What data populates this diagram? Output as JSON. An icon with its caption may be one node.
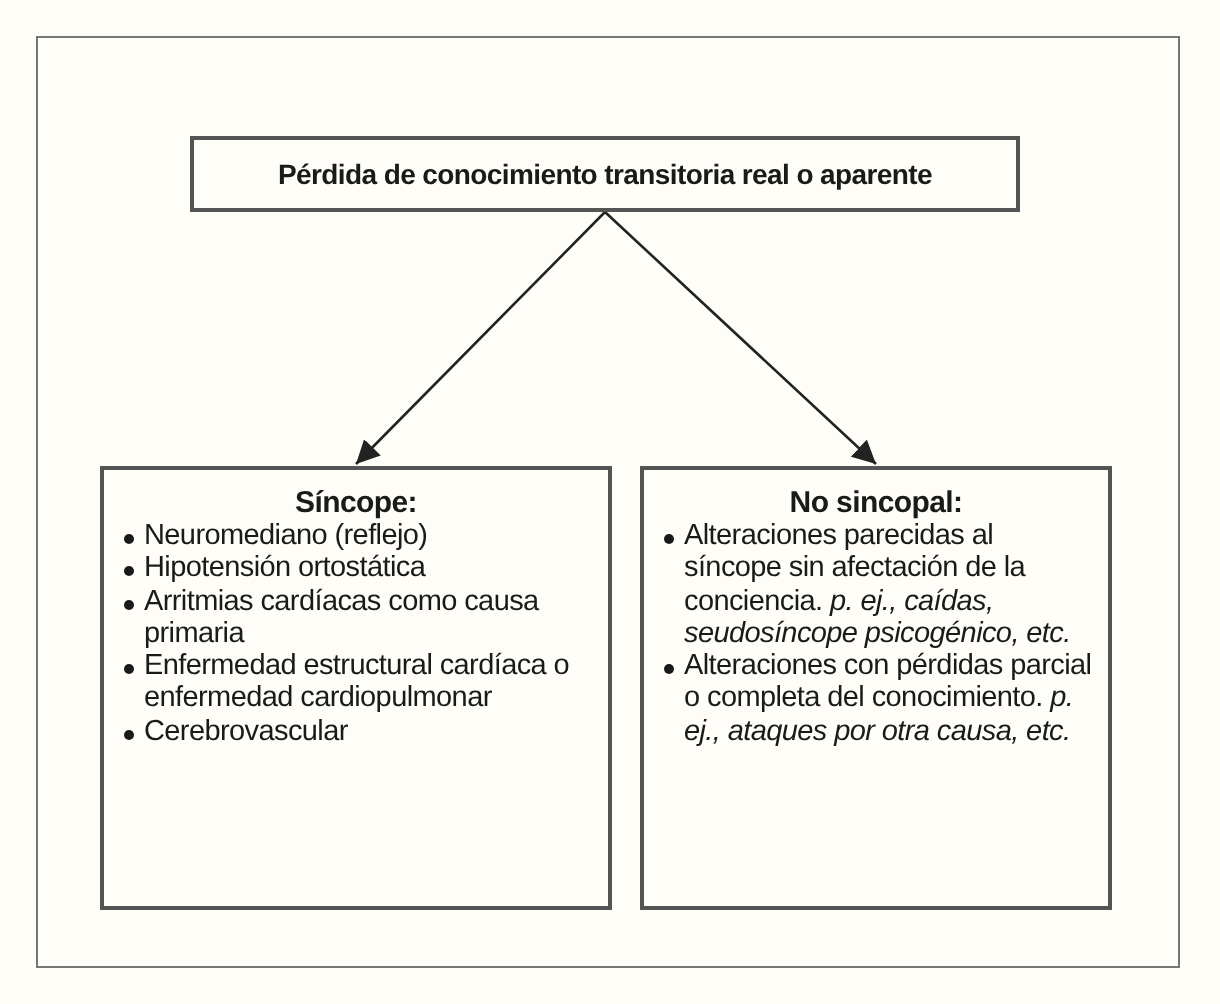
{
  "diagram": {
    "nodes": [
      {
        "text": [
          "Pérdida de conocimiento transitoria real o aparente"
        ]
      },
      {
        "text": [
          "Síncope:",
          "Neuromediano (reflejo)",
          "Hipotensión ortostática",
          "Arritmias cardíacas como causa primaria",
          "Enfermedad estructural cardíaca o enfermedad cardiopulmonar",
          "Cerebrovascular"
        ]
      },
      {
        "text": [
          "No sincopal:",
          "Alteraciones parecidas al síncope sin afectación de la conciencia. *p. ej., caídas, seudosíncope psicogénico, etc.*",
          "Alteraciones con pérdidas parcial o completa del conocimiento. *p. ej., ataques por otra causa, etc.*"
        ]
      }
    ],
    "edges": [
      {
        "from": 0,
        "to": 1,
        "arrow": "to"
      },
      {
        "from": 0,
        "to": 2,
        "arrow": "to"
      }
    ]
  }
}
